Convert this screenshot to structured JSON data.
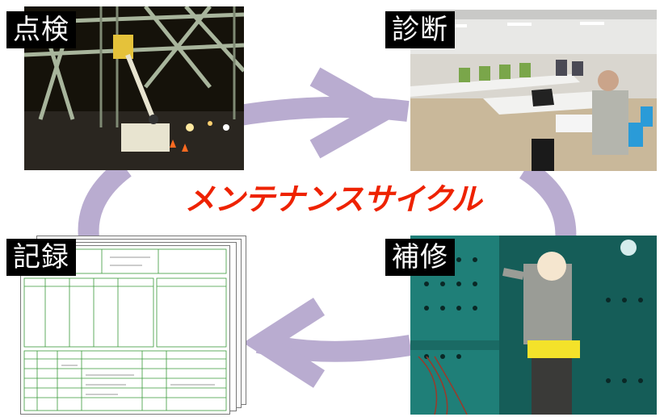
{
  "title": "メンテナンスサイクル",
  "steps": [
    {
      "label": "点検",
      "image": "night-bridge-inspection-photo"
    },
    {
      "label": "診断",
      "image": "meeting-room-diagnosis-photo"
    },
    {
      "label": "補修",
      "image": "steel-girder-repair-photo"
    },
    {
      "label": "記録",
      "image": "inspection-record-forms"
    }
  ],
  "colors": {
    "arrow": "#b9acd0",
    "title": "#ee2200",
    "label_bg": "#000000",
    "label_text": "#ffffff",
    "form_line": "#3a9a3a"
  }
}
